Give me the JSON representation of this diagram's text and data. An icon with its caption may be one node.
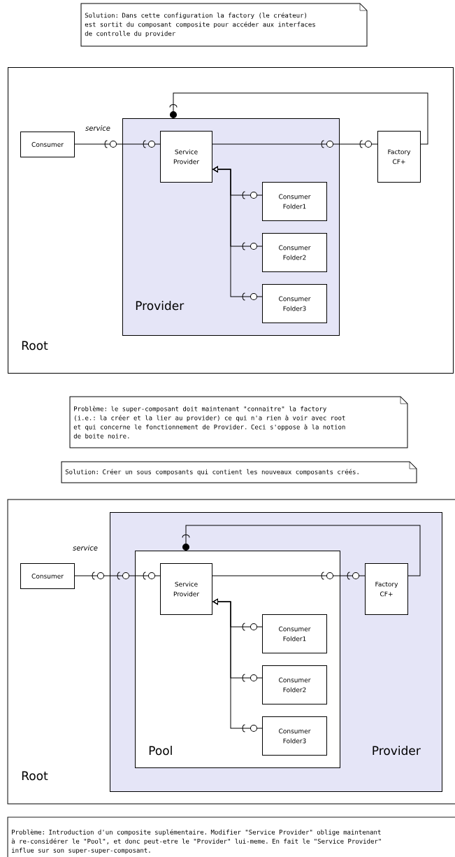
{
  "diagram": {
    "nodes": [
      {
        "text": [
          "Solution: Dans cette configuration la factory (le créateur) est sortit du composant composite pour accéder aux interfaces de controlle du provider"
        ]
      },
      {
        "text": [
          "Root"
        ]
      },
      {
        "text": [
          "Consumer"
        ],
        "in": 1
      },
      {
        "text": [
          "Provider"
        ],
        "in": 1
      },
      {
        "text": [
          "Service Provider"
        ],
        "in": 3
      },
      {
        "text": [
          "Consumer Folder1"
        ],
        "in": 3
      },
      {
        "text": [
          "Consumer Folder2"
        ],
        "in": 3
      },
      {
        "text": [
          "Consumer Folder3"
        ],
        "in": 3
      },
      {
        "text": [
          "Factory CF+"
        ],
        "in": 1
      },
      {
        "text": [
          "Problème: le super-composant doit maintenant \"connaitre\" la factory (i.e.: la créer et la lier au provider) ce qui n'a rien à voir avec root et qui concerne le fonctionnement de Provider. Ceci s'oppose à la notion de boite noire."
        ]
      },
      {
        "text": [
          "Solution: Créer un sous composants qui contient les nouveaux composants créés."
        ]
      },
      {
        "text": [
          "Root"
        ]
      },
      {
        "text": [
          "Consumer"
        ],
        "in": 11
      },
      {
        "text": [
          "Provider"
        ],
        "in": 11
      },
      {
        "text": [
          "Pool"
        ],
        "in": 13
      },
      {
        "text": [
          "Service Provider"
        ],
        "in": 14
      },
      {
        "text": [
          "Consumer Folder1"
        ],
        "in": 14
      },
      {
        "text": [
          "Consumer Folder2"
        ],
        "in": 14
      },
      {
        "text": [
          "Consumer Folder3"
        ],
        "in": 14
      },
      {
        "text": [
          "Factory CF+"
        ],
        "in": 13
      },
      {
        "text": [
          "Problème: Introduction d'un composite suplémentaire. Modifier \"Service Provider\" oblige maintenant à re-considérer le \"Pool\", et donc peut-etre le \"Provider\" lui-meme. En fait le \"Service Provider\" influe sur son super-super-composant."
        ]
      }
    ],
    "edges": [
      {
        "from": 2,
        "to": 4,
        "arrow": "none",
        "label": "service"
      },
      {
        "from": 4,
        "to": 8,
        "arrow": "none"
      },
      {
        "from": 8,
        "to": 3,
        "arrow": "to"
      },
      {
        "from": 5,
        "to": 4,
        "arrow": "to"
      },
      {
        "from": 6,
        "to": 4,
        "arrow": "to"
      },
      {
        "from": 7,
        "to": 4,
        "arrow": "to"
      },
      {
        "from": 12,
        "to": 15,
        "arrow": "none",
        "label": "service"
      },
      {
        "from": 15,
        "to": 19,
        "arrow": "none"
      },
      {
        "from": 19,
        "to": 14,
        "arrow": "to"
      },
      {
        "from": 16,
        "to": 15,
        "arrow": "to"
      },
      {
        "from": 17,
        "to": 15,
        "arrow": "to"
      },
      {
        "from": 18,
        "to": 15,
        "arrow": "to"
      }
    ]
  }
}
